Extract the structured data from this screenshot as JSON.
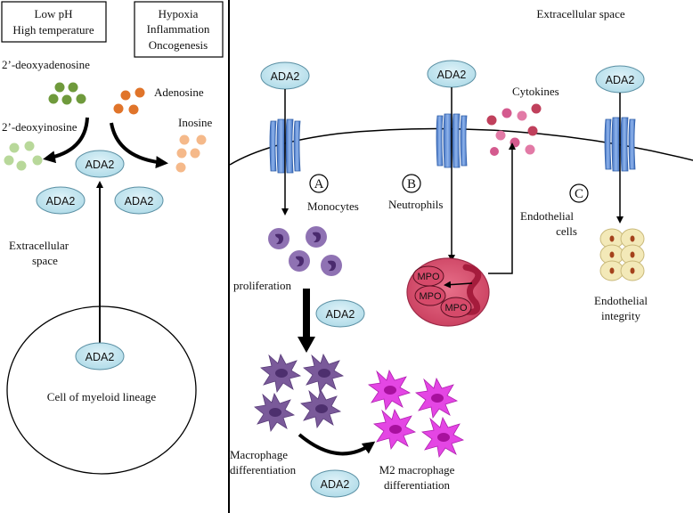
{
  "boxes": {
    "conditions_1": [
      "Low pH",
      "High temperature"
    ],
    "conditions_2": [
      "Hypoxia",
      "Inflammation",
      "Oncogenesis"
    ]
  },
  "left_panel": {
    "deoxyadenosine": "2’-deoxyadenosine",
    "deoxyinosine": "2’-deoxyinosine",
    "adenosine": "Adenosine",
    "inosine": "Inosine",
    "extracellular": [
      "Extracellular",
      "space"
    ],
    "cell_label": "Cell of myeloid lineage"
  },
  "ada2": "ADA2",
  "right_panel": {
    "extracellular_space": "Extracellular space",
    "cytokines": "Cytokines",
    "panel_a": "A",
    "panel_b": "B",
    "panel_c": "C",
    "monocytes": "Monocytes",
    "neutrophils": "Neutrophils",
    "endothelial_cells": [
      "Endothelial",
      "cells"
    ],
    "proliferation": "proliferation",
    "mpo": "MPO",
    "endothelial_integrity": [
      "Endothelial",
      "integrity"
    ],
    "macrophage_diff": [
      "Macrophage",
      "differentiation"
    ],
    "m2_diff": [
      "M2 macrophage",
      "differentiation"
    ]
  },
  "colors": {
    "ada2_fill": "#b7e1ec",
    "ada2_stroke": "#5a8fa3",
    "receptor": "#5d8fd6",
    "deoxyadenosine_dots": "#6f9a3c",
    "deoxyinosine_dots": "#b8d89a",
    "adenosine_dots": "#e0742a",
    "inosine_dots": "#f5b98a",
    "cytokine_dots": "#c0405c",
    "monocyte": "#8f72b3",
    "macrophage": "#7a5a9a",
    "m2_macrophage": "#e040e0",
    "neutrophil": "#d9526e",
    "endothelial_cell": "#f3e9b8"
  }
}
